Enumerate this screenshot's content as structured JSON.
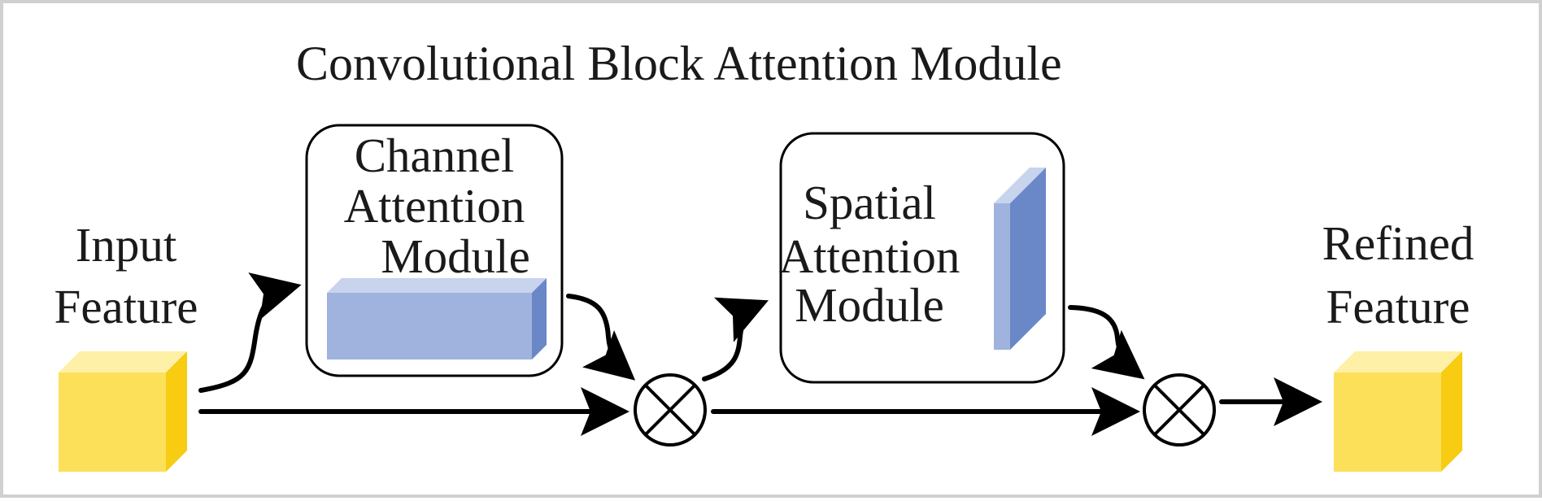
{
  "title": "Convolutional Block Attention Module",
  "input_feature": {
    "line1": "Input",
    "line2": "Feature"
  },
  "channel_module": {
    "line1": "Channel",
    "line2": "Attention",
    "line3": "Module"
  },
  "spatial_module": {
    "line1": "Spatial",
    "line2": "Attention",
    "line3": "Module"
  },
  "refined_feature": {
    "line1": "Refined",
    "line2": "Feature"
  },
  "colors": {
    "feature_cube_front": "#fde05a",
    "feature_cube_top": "#fff0a8",
    "feature_cube_side": "#f7cc12",
    "channel_block_front": "#9fb3de",
    "channel_block_top": "#c8d3ee",
    "channel_block_side": "#6a88c8",
    "stroke": "#000000"
  },
  "icons": {
    "multiply_1": "circled-times-icon",
    "multiply_2": "circled-times-icon"
  }
}
